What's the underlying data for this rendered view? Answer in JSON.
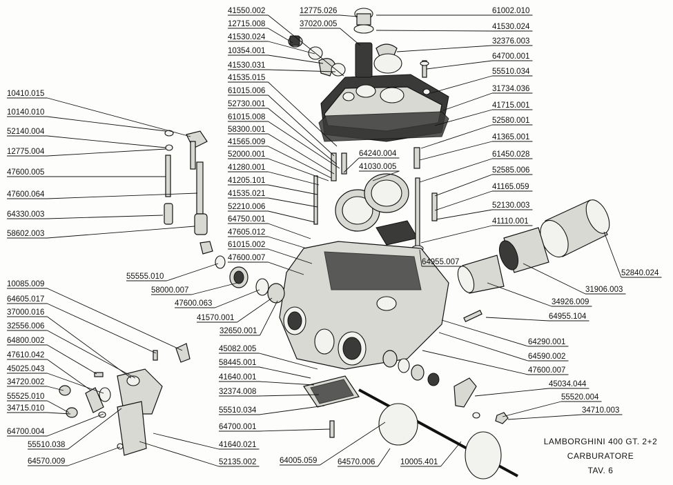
{
  "caption": {
    "line1": "LAMBORGHINI  400  GT. 2+2",
    "line2": "CARBURATORE",
    "line3": "TAV. 6"
  },
  "part_labels": [
    {
      "id": "p01",
      "text": "41550.002"
    },
    {
      "id": "p02",
      "text": "12775.026"
    },
    {
      "id": "p03",
      "text": "61002.010"
    },
    {
      "id": "p04",
      "text": "12715.008"
    },
    {
      "id": "p05",
      "text": "37020.005"
    },
    {
      "id": "p06",
      "text": "41530.024"
    },
    {
      "id": "p07",
      "text": "41530.024"
    },
    {
      "id": "p08",
      "text": "32376.003"
    },
    {
      "id": "p09",
      "text": "10354.001"
    },
    {
      "id": "p10",
      "text": "64700.001"
    },
    {
      "id": "p11",
      "text": "41530.031"
    },
    {
      "id": "p12",
      "text": "55510.034"
    },
    {
      "id": "p13",
      "text": "41535.015"
    },
    {
      "id": "p14",
      "text": "31734.036"
    },
    {
      "id": "p15",
      "text": "61015.006"
    },
    {
      "id": "p16",
      "text": "41715.001"
    },
    {
      "id": "p17",
      "text": "52730.001"
    },
    {
      "id": "p18",
      "text": "61015.008"
    },
    {
      "id": "p19",
      "text": "52580.001"
    },
    {
      "id": "p20",
      "text": "58300.001"
    },
    {
      "id": "p21",
      "text": "41365.001"
    },
    {
      "id": "p22",
      "text": "41565.009"
    },
    {
      "id": "p23",
      "text": "64240.004"
    },
    {
      "id": "p24",
      "text": "52000.001"
    },
    {
      "id": "p25",
      "text": "61450.028"
    },
    {
      "id": "p26",
      "text": "41030.005"
    },
    {
      "id": "p27",
      "text": "41280.001"
    },
    {
      "id": "p28",
      "text": "52585.006"
    },
    {
      "id": "p29",
      "text": "41205.101"
    },
    {
      "id": "p30",
      "text": "41165.059"
    },
    {
      "id": "p31",
      "text": "41535.021"
    },
    {
      "id": "p32",
      "text": "52130.003"
    },
    {
      "id": "p33",
      "text": "52210.006"
    },
    {
      "id": "p34",
      "text": "64750.001"
    },
    {
      "id": "p35",
      "text": "41110.001"
    },
    {
      "id": "p36",
      "text": "47605.012"
    },
    {
      "id": "p37",
      "text": "61015.002"
    },
    {
      "id": "p38",
      "text": "64955.007"
    },
    {
      "id": "p39",
      "text": "47600.007"
    },
    {
      "id": "p40",
      "text": "52840.024"
    },
    {
      "id": "p41",
      "text": "55555.010"
    },
    {
      "id": "p42",
      "text": "58000.007"
    },
    {
      "id": "p43",
      "text": "31906.003"
    },
    {
      "id": "p44",
      "text": "47600.063"
    },
    {
      "id": "p45",
      "text": "34926.009"
    },
    {
      "id": "p46",
      "text": "41570.001"
    },
    {
      "id": "p47",
      "text": "64955.104"
    },
    {
      "id": "p48",
      "text": "32650.001"
    },
    {
      "id": "p49",
      "text": "64290.001"
    },
    {
      "id": "p50",
      "text": "45082.005"
    },
    {
      "id": "p51",
      "text": "64590.002"
    },
    {
      "id": "p52",
      "text": "58445.001"
    },
    {
      "id": "p53",
      "text": "47600.007"
    },
    {
      "id": "p54",
      "text": "41640.001"
    },
    {
      "id": "p55",
      "text": "45034.044"
    },
    {
      "id": "p56",
      "text": "32374.008"
    },
    {
      "id": "p57",
      "text": "55520.004"
    },
    {
      "id": "p58",
      "text": "55510.034"
    },
    {
      "id": "p59",
      "text": "34710.003"
    },
    {
      "id": "p60",
      "text": "64700.001"
    },
    {
      "id": "p61",
      "text": "41640.021"
    },
    {
      "id": "p62",
      "text": "64005.059"
    },
    {
      "id": "p63",
      "text": "64570.006"
    },
    {
      "id": "p64",
      "text": "10005.401"
    },
    {
      "id": "p65",
      "text": "52135.002"
    },
    {
      "id": "p66",
      "text": "10410.015"
    },
    {
      "id": "p67",
      "text": "10140.010"
    },
    {
      "id": "p68",
      "text": "52140.004"
    },
    {
      "id": "p69",
      "text": "12775.004"
    },
    {
      "id": "p70",
      "text": "47600.005"
    },
    {
      "id": "p71",
      "text": "47600.064"
    },
    {
      "id": "p72",
      "text": "64330.003"
    },
    {
      "id": "p73",
      "text": "58602.003"
    },
    {
      "id": "p74",
      "text": "10085.009"
    },
    {
      "id": "p75",
      "text": "64605.017"
    },
    {
      "id": "p76",
      "text": "37000.016"
    },
    {
      "id": "p77",
      "text": "32556.006"
    },
    {
      "id": "p78",
      "text": "64800.002"
    },
    {
      "id": "p79",
      "text": "47610.042"
    },
    {
      "id": "p80",
      "text": "45025.043"
    },
    {
      "id": "p81",
      "text": "34720.002"
    },
    {
      "id": "p82",
      "text": "55525.010"
    },
    {
      "id": "p83",
      "text": "34715.010"
    },
    {
      "id": "p84",
      "text": "64700.004"
    },
    {
      "id": "p85",
      "text": "55510.038"
    },
    {
      "id": "p86",
      "text": "64570.009"
    }
  ]
}
